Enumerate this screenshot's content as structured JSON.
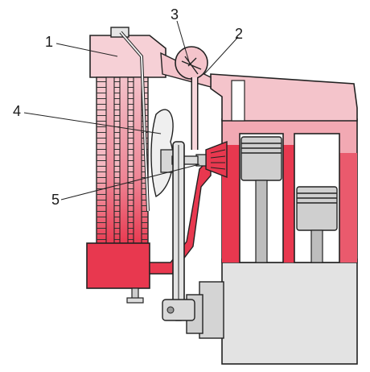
{
  "callouts": [
    {
      "id": "1",
      "label": "1"
    },
    {
      "id": "2",
      "label": "2"
    },
    {
      "id": "3",
      "label": "3"
    },
    {
      "id": "4",
      "label": "4"
    },
    {
      "id": "5",
      "label": "5"
    }
  ],
  "colors": {
    "coolant_hot": "#e8384f",
    "coolant_warm": "#f2a9b3",
    "engine_block": "#e3e3e3",
    "metal_light": "#efefef",
    "metal_mid": "#cfcfcf",
    "outline": "#222222"
  }
}
